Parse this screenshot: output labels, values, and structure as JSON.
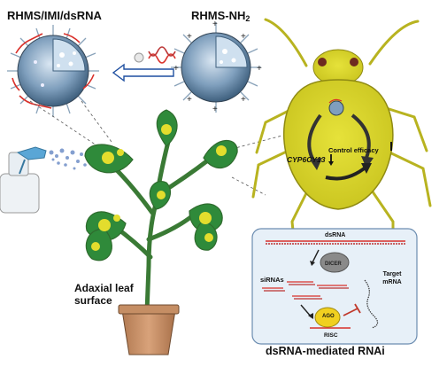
{
  "labels": {
    "rhms_imi_dsrna": "RHMS/IMI/dsRNA",
    "rhms_nh2_base": "RHMS-NH",
    "rhms_nh2_sub": "2",
    "adaxial_leaf_surface": "Adaxial leaf surface",
    "dsrna_mediated_rnai": "dsRNA-mediated RNAi"
  },
  "rnai_panel": {
    "dsrna": "dsRNA",
    "sirnas": "siRNAs",
    "dicer": "DICER",
    "target_mrna": "Target mRNA",
    "ago": "AGO",
    "risc": "RISC"
  },
  "aphid": {
    "gene": "CYP6CY13",
    "effect": "Control efficacy"
  },
  "colors": {
    "aphid_body": "#d8d42a",
    "leaf_green": "#2f8a3a",
    "leaf_spot": "#e3dd2d",
    "pot": "#c58e64",
    "rna_red": "#d9302a",
    "panel_bg": "#e7f0f8",
    "nanoparticle": "#6d96b8"
  }
}
